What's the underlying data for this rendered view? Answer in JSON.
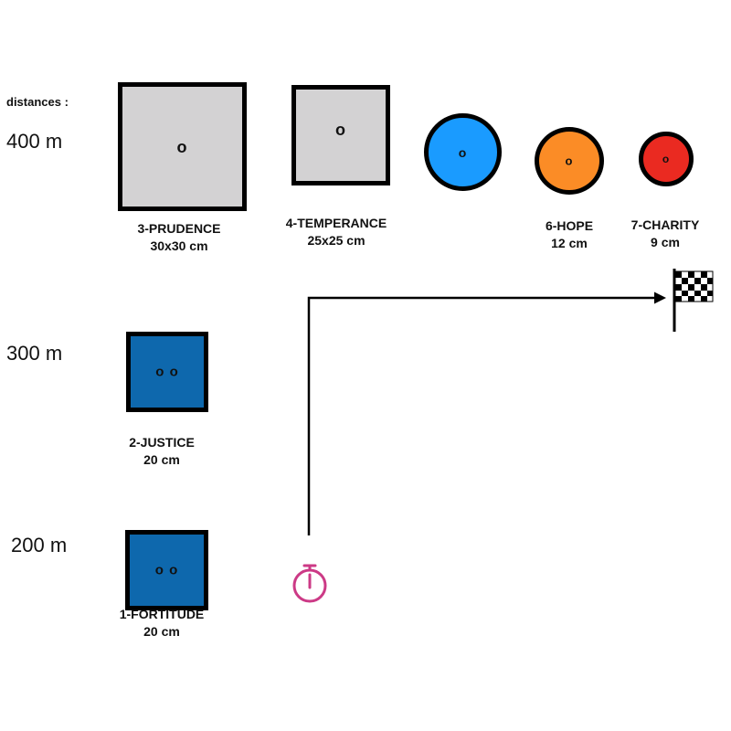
{
  "distances": {
    "title": "distances :",
    "d400": "400 m",
    "d300": "300 m",
    "d200": "200 m"
  },
  "targets": [
    {
      "id": "prudence",
      "name": "3-PRUDENCE",
      "size": "30x30 cm",
      "marks": "o",
      "shape": "square",
      "color": "#d3d2d3"
    },
    {
      "id": "temperance",
      "name": "4-TEMPERANCE",
      "size": "25x25 cm",
      "marks": "o",
      "shape": "square",
      "color": "#d3d2d3"
    },
    {
      "id": "hope",
      "name": "6-HOPE",
      "size": "12 cm",
      "marks": "o",
      "shape": "circle",
      "color": "#fb8c26"
    },
    {
      "id": "charity",
      "name": "7-CHARITY",
      "size": "9 cm",
      "marks": "o",
      "shape": "circle",
      "color": "#ea2a21"
    },
    {
      "id": "justice",
      "name": "2-JUSTICE",
      "size": "20 cm",
      "marks": "o o",
      "shape": "square",
      "color": "#0e68ad"
    },
    {
      "id": "fortitude",
      "name": "1-FORTITUDE",
      "size": "20 cm",
      "marks": "o o",
      "shape": "square",
      "color": "#0e68ad"
    }
  ],
  "unlabeled_target": {
    "marks": "o",
    "shape": "circle",
    "color": "#1a9bff"
  },
  "icons": {
    "start": "stopwatch-icon",
    "finish": "checkered-flag-icon",
    "path": "route-arrow"
  },
  "colors": {
    "stopwatch": "#cc3a86",
    "grey_target": "#d3d2d3",
    "blue_target": "#0e68ad"
  }
}
